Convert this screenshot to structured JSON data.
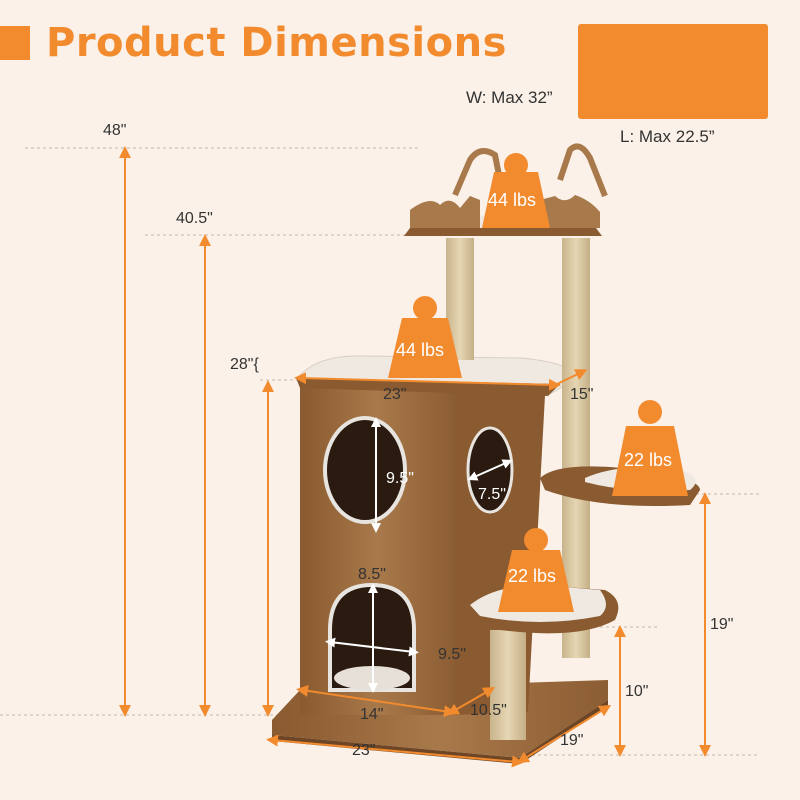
{
  "header": {
    "title": "Product Dimensions"
  },
  "notes": {
    "width": "W: Max 32”",
    "length": "L: Max 22.5”"
  },
  "dimensions": {
    "total_height": "48\"",
    "upper_platform_height": "40.5\"",
    "cabinet_height": "28\"{",
    "top_width": "23\"",
    "top_depth": "15\"",
    "upper_hole_height": "9.5\"",
    "side_hole": "7.5\"",
    "lower_door_width": "8.5\"",
    "lower_door_height": "9.5\"",
    "cabinet_base_width": "14\"",
    "cabinet_base_depth": "10.5\"",
    "base_width": "23\"",
    "base_depth": "19\"",
    "right_platform_height": "19\"",
    "lower_platform_height": "10\""
  },
  "weights": {
    "top_perch": "44 lbs",
    "cabinet_top": "44 lbs",
    "right_platform": "22 lbs",
    "lower_platform": "22 lbs"
  },
  "colors": {
    "accent": "#f28a2e",
    "background": "#fbf1e8",
    "wood": "#9a6a3e",
    "sisal": "#dcc9a3",
    "plush": "#efe9e2"
  }
}
